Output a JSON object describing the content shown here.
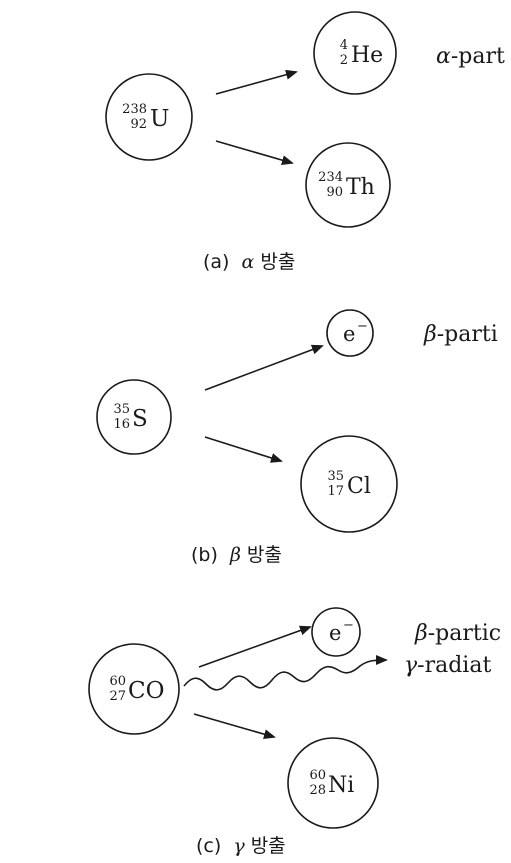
{
  "panel_a": {
    "parent": {
      "mass": "238",
      "atomic": "92",
      "symbol": "U"
    },
    "product1": {
      "mass": "4",
      "atomic": "2",
      "symbol": "He"
    },
    "product2": {
      "mass": "234",
      "atomic": "90",
      "symbol": "Th"
    },
    "emission_greek": "α",
    "emission_text": "-part",
    "caption_prefix": "(a)",
    "caption_greek": "α",
    "caption_text": "방출"
  },
  "panel_b": {
    "parent": {
      "mass": "35",
      "atomic": "16",
      "symbol": "S"
    },
    "product1": {
      "symbol": "e",
      "charge": "−"
    },
    "product2": {
      "mass": "35",
      "atomic": "17",
      "symbol": "Cl"
    },
    "emission_greek": "β",
    "emission_text": "-parti",
    "caption_prefix": "(b)",
    "caption_greek": "β",
    "caption_text": "방출"
  },
  "panel_c": {
    "parent": {
      "mass": "60",
      "atomic": "27",
      "symbol": "CO"
    },
    "product1": {
      "symbol": "e",
      "charge": "−"
    },
    "product2": {
      "mass": "60",
      "atomic": "28",
      "symbol": "Ni"
    },
    "emission1_greek": "β",
    "emission1_text": "-partic",
    "emission2_greek": "γ",
    "emission2_text": "-radiat",
    "caption_prefix": "(c)",
    "caption_greek": "γ",
    "caption_text": "방출"
  }
}
